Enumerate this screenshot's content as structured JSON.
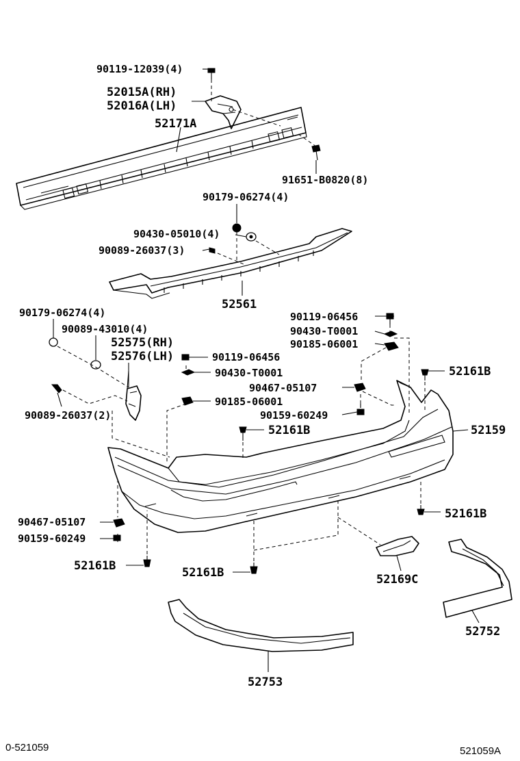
{
  "labels": {
    "bolt_reinf_top": "90119-12039(4)",
    "bracket_rh": "52015A(RH)",
    "bracket_lh": "52016A(LH)",
    "reinforcement": "52171A",
    "nut_reinf": "91651-B0820(8)",
    "clip_energy": "90179-06274(4)",
    "nut_energy": "90430-05010(4)",
    "retainer_energy": "90089-26037(3)",
    "energy_absorber": "52561",
    "clip_side_left": "90179-06274(4)",
    "retainer_side_left": "90089-43010(4)",
    "support_rh": "52575(RH)",
    "support_lh": "52576(LH)",
    "retainer_side_left_low": "90089-26037(2)",
    "bolt_left": "90119-06456",
    "washer_left": "90430-T0001",
    "nut_left": "90185-06001",
    "bolt_right": "90119-06456",
    "washer_right": "90430-T0001",
    "nut_right": "90185-06001",
    "clip_right_top": "52161B",
    "nut_clip_right": "90467-05107",
    "screw_right": "90159-60249",
    "clip_center": "52161B",
    "bumper_cover": "52159",
    "clip_right_low": "52161B",
    "nut_clip_left": "90467-05107",
    "screw_left": "90159-60249",
    "clip_bottom_left": "52161B",
    "clip_bottom_center": "52161B",
    "bracket_lower": "52169C",
    "extension_right": "52752",
    "extension_center": "52753"
  },
  "footer": {
    "left_code": "0-521059",
    "right_code": "521059A"
  }
}
